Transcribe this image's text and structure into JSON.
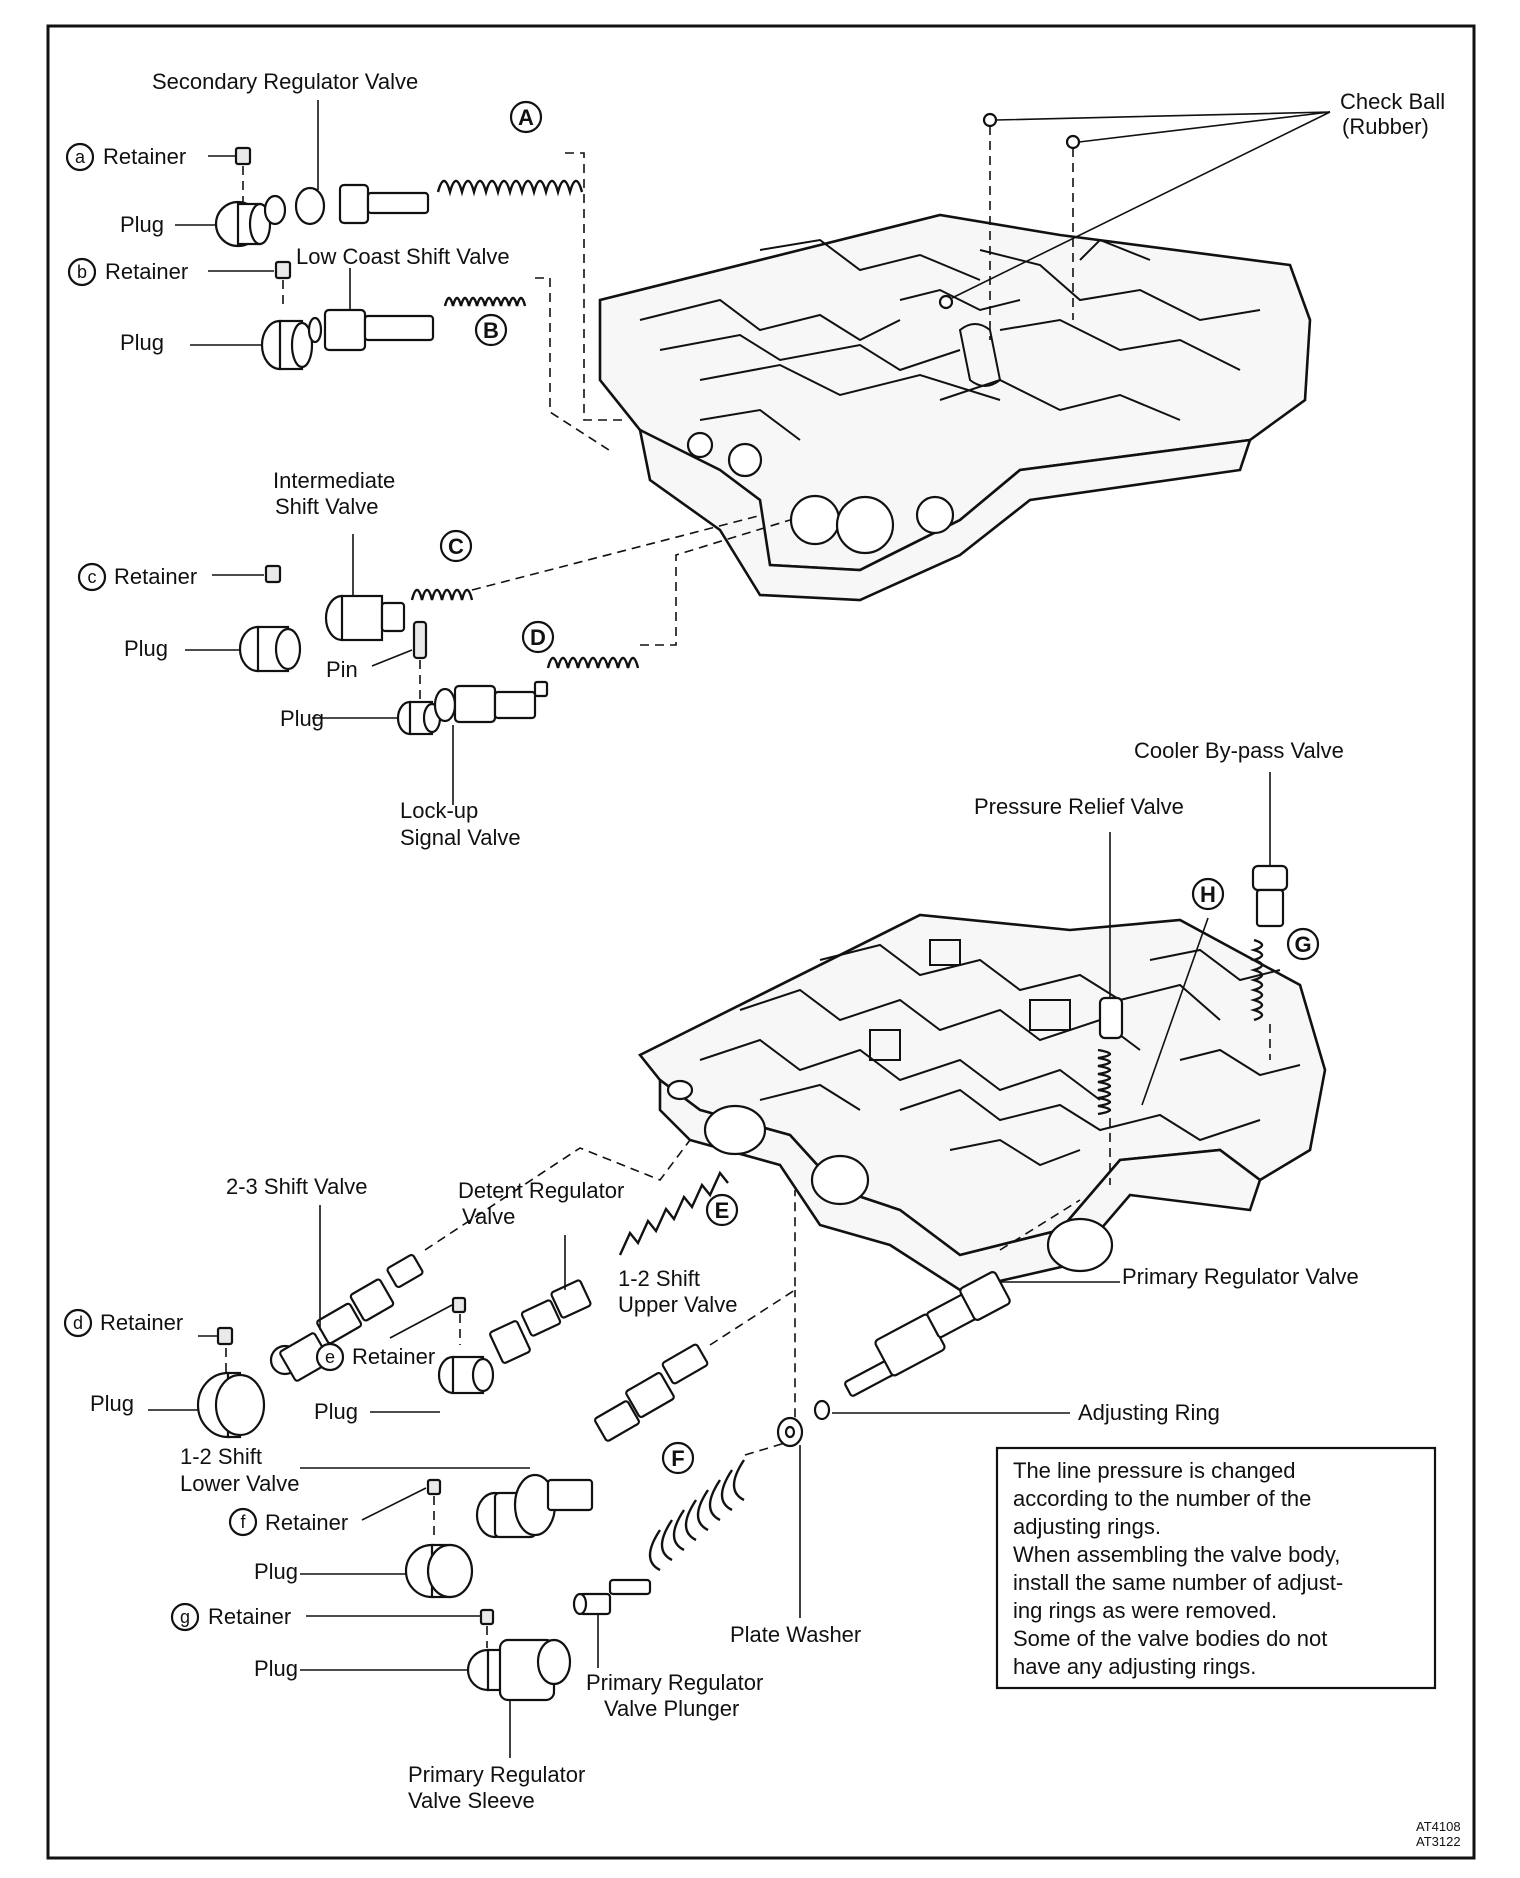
{
  "figure_codes": [
    "AT4108",
    "AT3122"
  ],
  "upper_labels": {
    "secondary_regulator_valve": "Secondary Regulator Valve",
    "retainer_a": "Retainer",
    "plug_a": "Plug",
    "retainer_b": "Retainer",
    "low_coast_shift_valve": "Low Coast Shift Valve",
    "plug_b": "Plug",
    "check_ball_1": "Check Ball",
    "check_ball_2": "(Rubber)",
    "intermediate_shift_valve_1": "Intermediate",
    "intermediate_shift_valve_2": "Shift Valve",
    "retainer_c": "Retainer",
    "plug_c": "Plug",
    "pin": "Pin",
    "plug_d": "Plug",
    "lockup_signal_valve_1": "Lock-up",
    "lockup_signal_valve_2": "Signal Valve"
  },
  "lower_labels": {
    "cooler_bypass_valve": "Cooler By-pass Valve",
    "pressure_relief_valve": "Pressure Relief Valve",
    "two_three_shift_valve": "2-3 Shift Valve",
    "detent_regulator_valve_1": "Detent Regulator",
    "detent_regulator_valve_2": "Valve",
    "one_two_upper_1": "1-2 Shift",
    "one_two_upper_2": "Upper Valve",
    "primary_regulator_valve": "Primary Regulator Valve",
    "retainer_d": "Retainer",
    "plug_e": "Plug",
    "retainer_e": "Retainer",
    "plug_f": "Plug",
    "adjusting_ring": "Adjusting Ring",
    "one_two_lower_1": "1-2 Shift",
    "one_two_lower_2": "Lower Valve",
    "retainer_f": "Retainer",
    "plug_g": "Plug",
    "retainer_g": "Retainer",
    "plug_h": "Plug",
    "plate_washer": "Plate Washer",
    "prv_plunger_1": "Primary Regulator",
    "prv_plunger_2": "Valve Plunger",
    "prv_sleeve_1": "Primary Regulator",
    "prv_sleeve_2": "Valve Sleeve"
  },
  "circle_letters": [
    "a",
    "b",
    "c",
    "d",
    "e",
    "f",
    "g"
  ],
  "spring_letters": [
    "A",
    "B",
    "C",
    "D",
    "E",
    "F",
    "G",
    "H"
  ],
  "note_lines": [
    "The  line  pressure  is  changed",
    "according  to  the  number  of  the",
    "adjusting rings.",
    "When assembling the valve body,",
    "install the same number of adjust-",
    "ing rings as were removed.",
    "Some of the valve bodies do not",
    "have any adjusting rings."
  ]
}
